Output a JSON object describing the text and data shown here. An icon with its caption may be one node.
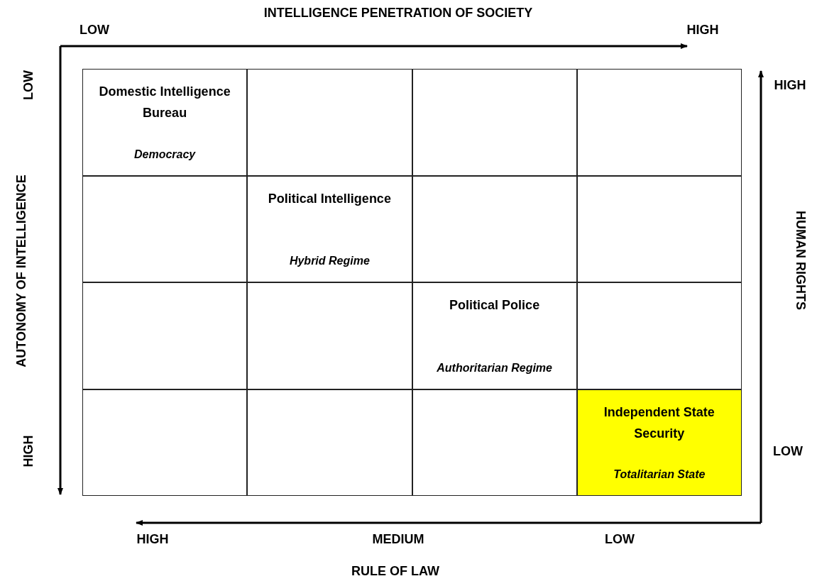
{
  "diagram": {
    "nodes": [
      {
        "text": [
          "Domestic Intelligence Bureau",
          "Democracy"
        ]
      },
      {
        "text": [],
        "shape": "box"
      },
      {
        "text": [],
        "shape": "box"
      },
      {
        "text": [],
        "shape": "box"
      },
      {
        "text": [],
        "shape": "box"
      },
      {
        "text": [
          "Political Intelligence",
          "Hybrid Regime"
        ]
      },
      {
        "text": [],
        "shape": "box"
      },
      {
        "text": [],
        "shape": "box"
      },
      {
        "text": [],
        "shape": "box"
      },
      {
        "text": [],
        "shape": "box"
      },
      {
        "text": [
          "Political Police",
          "Authoritarian Regime"
        ]
      },
      {
        "text": [],
        "shape": "box"
      },
      {
        "text": [],
        "shape": "box"
      },
      {
        "text": [],
        "shape": "box"
      },
      {
        "text": [],
        "shape": "box"
      },
      {
        "text": [
          "Independent State Security",
          "Totalitarian State"
        ]
      }
    ],
    "edges": [],
    "labels": [
      "INTELLIGENCE PENETRATION OF SOCIETY",
      "LOW",
      "HIGH",
      "LOW",
      "HIGH",
      "AUTONOMY OF INTELLIGENCE",
      "HUMAN RIGHTS",
      "HIGH",
      "LOW",
      "HIGH",
      "MEDIUM",
      "LOW",
      "RULE OF LAW"
    ]
  }
}
